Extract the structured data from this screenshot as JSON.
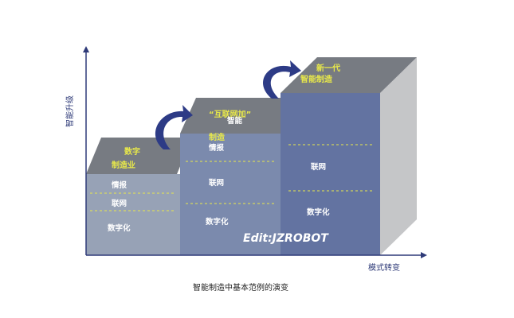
{
  "axes": {
    "y_label": "智能升级",
    "x_label": "模式转变"
  },
  "stages": [
    {
      "top_label_lines": [
        "数字",
        "制造业"
      ],
      "layers": [
        "情报",
        "联网",
        "数字化"
      ]
    },
    {
      "top_label_lines": [
        "“互联网加”",
        "智能",
        "制造"
      ],
      "layers": [
        "情报",
        "联网",
        "数字化"
      ]
    },
    {
      "top_label_lines": [
        "新一代",
        "智能制造"
      ],
      "layers": [
        "联网",
        "数字化"
      ]
    }
  ],
  "watermark": "Edit:JZROBOT",
  "caption": "智能制造中基本范例的演变",
  "colors": {
    "block1": "#97a2b6",
    "block2": "#7b8aad",
    "block3": "#6373a1",
    "top_face": "#777b82",
    "side_face": "#c5c6c8",
    "arrow": "#2d3b86",
    "axis": "#2e3a78",
    "dash": "#e8e84a"
  }
}
